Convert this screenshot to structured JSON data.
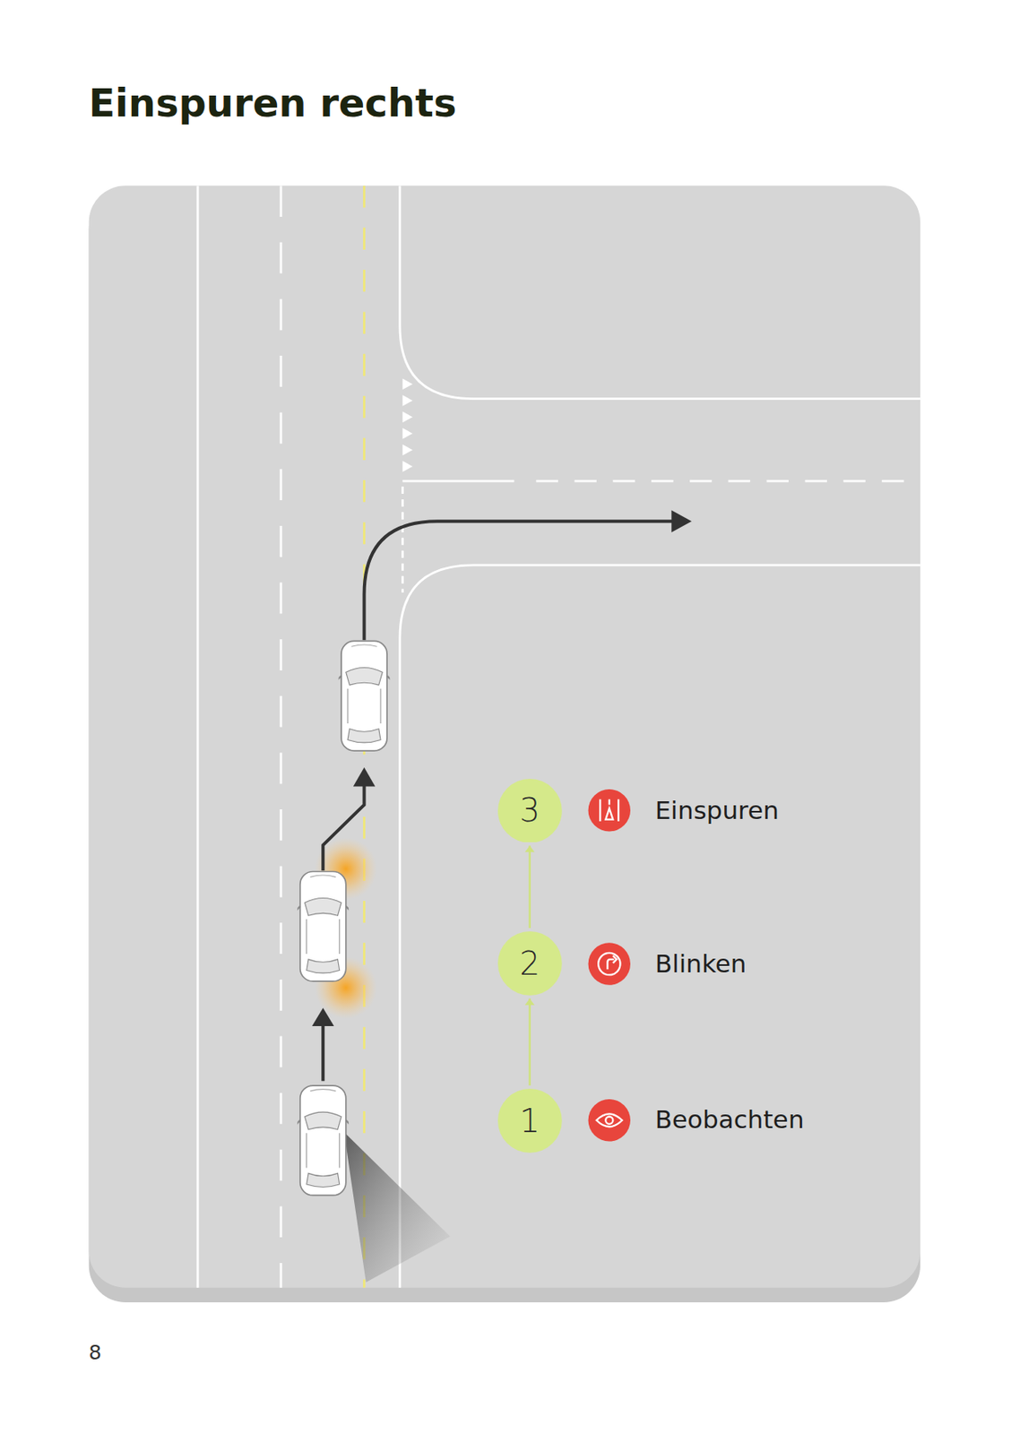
{
  "diagram": {
    "title": "Einspuren rechts",
    "nodes": [
      {
        "text": [
          "3"
        ]
      },
      {
        "text": [
          "2"
        ]
      },
      {
        "text": [
          "1"
        ]
      }
    ],
    "edges": [
      {
        "from": 2,
        "to": 1,
        "arrow": "to"
      },
      {
        "from": 1,
        "to": 0,
        "arrow": "to"
      }
    ],
    "labels": [
      "Einspuren",
      "Blinken",
      "Beobachten",
      "8"
    ]
  }
}
